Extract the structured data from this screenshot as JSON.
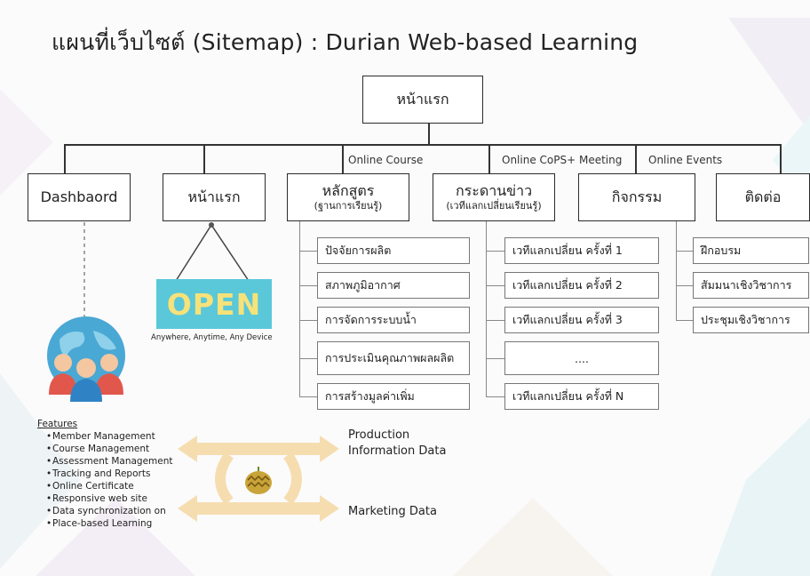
{
  "title": "แผนที่เว็บไซต์ (Sitemap) : Durian Web-based Learning",
  "root": {
    "label": "หน้าแรก"
  },
  "top_nodes": [
    {
      "id": "dashboard",
      "label": "Dashbaord",
      "sub": ""
    },
    {
      "id": "home",
      "label": "หน้าแรก",
      "sub": ""
    },
    {
      "id": "course",
      "label": "หลักสูตร",
      "sub": "(ฐานการเรียนรู้)"
    },
    {
      "id": "board",
      "label": "กระดานข่าว",
      "sub": "(เวทีแลกเปลี่ยนเรียนรู้)"
    },
    {
      "id": "activity",
      "label": "กิจกรรม",
      "sub": ""
    },
    {
      "id": "contact",
      "label": "ติดต่อ",
      "sub": ""
    }
  ],
  "connector_labels": {
    "course": "Online Course",
    "board": "Online CoPS+ Meeting",
    "activity": "Online Events"
  },
  "course_items": [
    "ปัจจัยการผลิต",
    "สภาพภูมิอากาศ",
    "การจัดการระบบน้ำ",
    "การประเมินคุณภาพผลผลิต",
    "การสร้างมูลค่าเพิ่ม"
  ],
  "board_items": [
    "เวทีแลกเปลี่ยน ครั้งที่ 1",
    "เวทีแลกเปลี่ยน ครั้งที่ 2",
    "เวทีแลกเปลี่ยน ครั้งที่ 3",
    "....",
    "เวทีแลกเปลี่ยน ครั้งที่ N"
  ],
  "activity_items": [
    "ฝึกอบรม",
    "สัมมนาเชิงวิชาการ",
    "ประชุมเชิงวิชาการ"
  ],
  "open_sign": {
    "text": "OPEN",
    "tagline": "Anywhere, Anytime, Any Device"
  },
  "features": {
    "heading": "Features",
    "items": [
      "Member Management",
      "Course Management",
      "Assessment Management",
      "Tracking and Reports",
      "Online Certificate",
      "Responsive web site",
      "Data synchronization on",
      "Place-based Learning"
    ]
  },
  "flows": {
    "production_line1": "Production",
    "production_line2": "Information Data",
    "marketing": "Marketing Data"
  },
  "colors": {
    "open_bg": "#5ac8d8",
    "open_text": "#f7e27a",
    "arrow": "#f6ddb0"
  }
}
